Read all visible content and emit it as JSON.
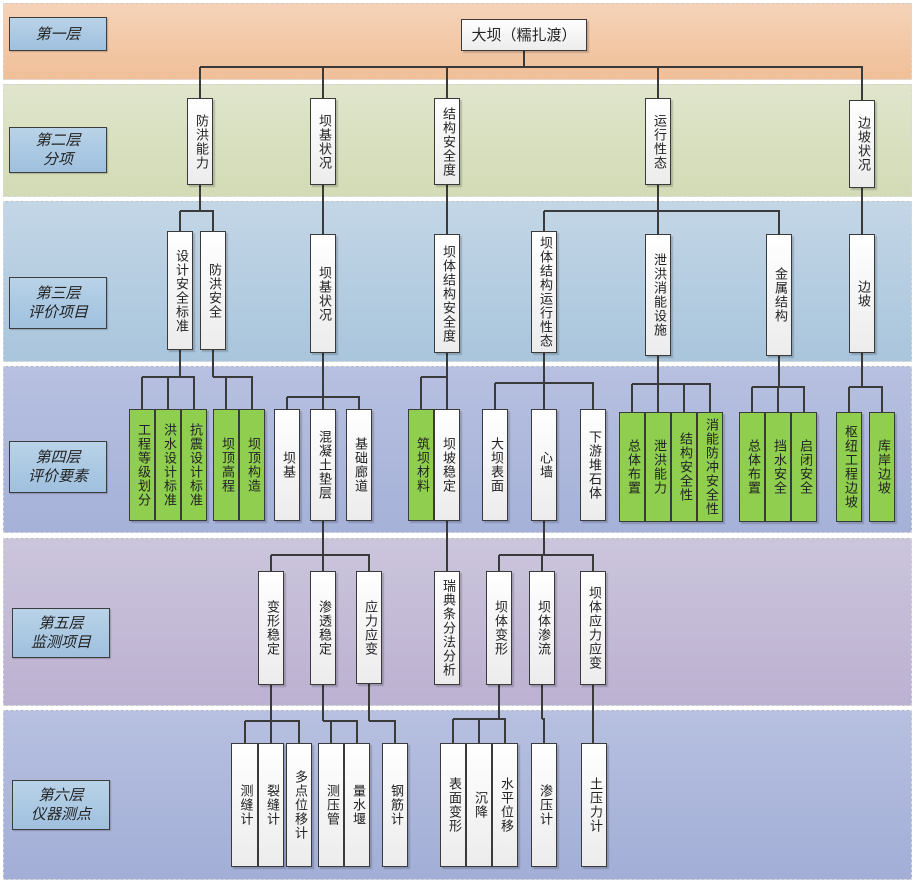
{
  "layers": [
    {
      "id": "L1",
      "lines": [
        "第一层"
      ]
    },
    {
      "id": "L2",
      "lines": [
        "第二层",
        "分项"
      ]
    },
    {
      "id": "L3",
      "lines": [
        "第三层",
        "评价项目"
      ]
    },
    {
      "id": "L4",
      "lines": [
        "第四层",
        "评价要素"
      ]
    },
    {
      "id": "L5",
      "lines": [
        "第五层",
        "监测项目"
      ]
    },
    {
      "id": "L6",
      "lines": [
        "第六层",
        "仪器测点"
      ]
    }
  ],
  "colors": {
    "element_green": "#8fce4e",
    "node_white": "#ffffff",
    "connector": "#3a3a3a",
    "label_blue": "#a9c7e0"
  },
  "tree": {
    "root": {
      "label": "大坝（糯扎渡）"
    },
    "level2": [
      {
        "label": "防洪能力"
      },
      {
        "label": "坝基状况"
      },
      {
        "label": "结构安全度"
      },
      {
        "label": "运行性态"
      },
      {
        "label": "边坡状况"
      }
    ],
    "level3": [
      {
        "label": "设计安全标准",
        "parent": 0
      },
      {
        "label": "防洪安全",
        "parent": 0
      },
      {
        "label": "坝基状况",
        "parent": 1
      },
      {
        "label": "坝体结构安全度",
        "parent": 2
      },
      {
        "label": "坝体结构运行性态",
        "parent": 3
      },
      {
        "label": "泄洪消能设施",
        "parent": 3
      },
      {
        "label": "金属结构",
        "parent": 3
      },
      {
        "label": "边坡",
        "parent": 4
      }
    ],
    "level4": [
      {
        "label": "工程等级划分",
        "parent": 0,
        "green": true
      },
      {
        "label": "洪水设计标准",
        "parent": 0,
        "green": true
      },
      {
        "label": "抗震设计标准",
        "parent": 0,
        "green": true
      },
      {
        "label": "坝顶高程",
        "parent": 1,
        "green": true
      },
      {
        "label": "坝顶构造",
        "parent": 1,
        "green": true
      },
      {
        "label": "坝基",
        "parent": 2,
        "green": false
      },
      {
        "label": "混凝土垫层",
        "parent": 2,
        "green": false
      },
      {
        "label": "基础廊道",
        "parent": 2,
        "green": false
      },
      {
        "label": "筑坝材料",
        "parent": 3,
        "green": true
      },
      {
        "label": "坝坡稳定",
        "parent": 3,
        "green": false
      },
      {
        "label": "大坝表面",
        "parent": 4,
        "green": false
      },
      {
        "label": "心墙",
        "parent": 4,
        "green": false
      },
      {
        "label": "下游堆石体",
        "parent": 4,
        "green": false
      },
      {
        "label": "总体布置",
        "parent": 5,
        "green": true
      },
      {
        "label": "泄洪能力",
        "parent": 5,
        "green": true
      },
      {
        "label": "结构安全性",
        "parent": 5,
        "green": true
      },
      {
        "label": "消能防冲安全性",
        "parent": 5,
        "green": true
      },
      {
        "label": "总体布置",
        "parent": 6,
        "green": true
      },
      {
        "label": "挡水安全",
        "parent": 6,
        "green": true
      },
      {
        "label": "启闭安全",
        "parent": 6,
        "green": true
      },
      {
        "label": "枢纽工程边坡",
        "parent": 7,
        "green": true
      },
      {
        "label": "库岸边坡",
        "parent": 7,
        "green": true
      }
    ],
    "level5": [
      {
        "label": "变形稳定",
        "parent": 6
      },
      {
        "label": "渗透稳定",
        "parent": 6
      },
      {
        "label": "应力应变",
        "parent": 6
      },
      {
        "label": "瑞典条分法分析",
        "parent": 9
      },
      {
        "label": "坝体变形",
        "parent": 11
      },
      {
        "label": "坝体渗流",
        "parent": 11
      },
      {
        "label": "坝体应力应变",
        "parent": 11
      }
    ],
    "level6": [
      {
        "label": "测缝计",
        "parent": 0
      },
      {
        "label": "裂缝计",
        "parent": 0
      },
      {
        "label": "多点位移计",
        "parent": 0
      },
      {
        "label": "测压管",
        "parent": 1
      },
      {
        "label": "量水堰",
        "parent": 1
      },
      {
        "label": "钢筋计",
        "parent": 2
      },
      {
        "label": "表面变形",
        "parent": 4
      },
      {
        "label": "沉降",
        "parent": 4
      },
      {
        "label": "水平位移",
        "parent": 4
      },
      {
        "label": "渗压计",
        "parent": 5
      },
      {
        "label": "土压力计",
        "parent": 6
      }
    ]
  }
}
